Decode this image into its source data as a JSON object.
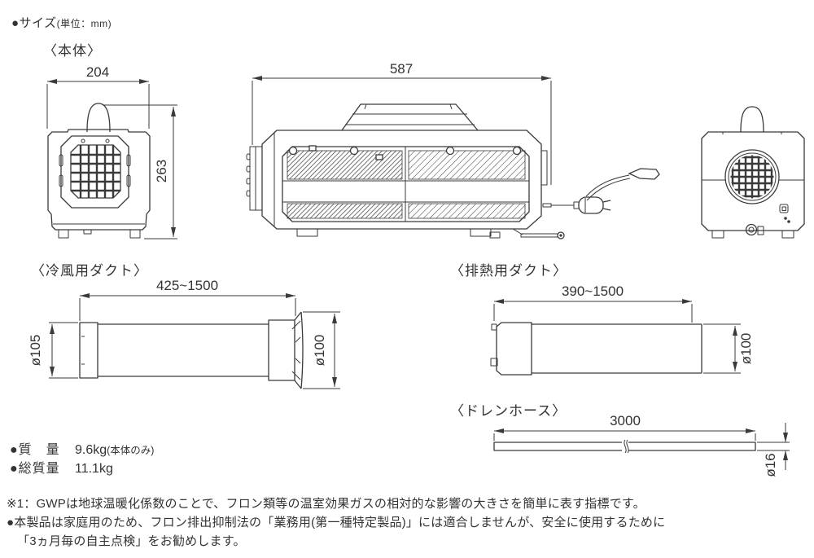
{
  "header": {
    "title": "●サイズ",
    "unit": "(単位：mm)"
  },
  "sections": {
    "body": {
      "title": "〈本体〉",
      "dims": {
        "width": "204",
        "height": "263",
        "depth": "587"
      }
    },
    "cold_duct": {
      "title": "〈冷風用ダクト〉",
      "length": "425~1500",
      "dia_left": "ø105",
      "dia_right": "ø100"
    },
    "exhaust_duct": {
      "title": "〈排熱用ダクト〉",
      "length": "390~1500",
      "dia": "ø100"
    },
    "drain_hose": {
      "title": "〈ドレンホース〉",
      "length": "3000",
      "dia": "ø16"
    }
  },
  "weights": [
    {
      "label": "●質　量",
      "value": "9.6kg",
      "suffix": "(本体のみ)"
    },
    {
      "label": "●総質量",
      "value": "11.1kg",
      "suffix": ""
    }
  ],
  "notes": [
    "※1：GWPは地球温暖化係数のことで、フロン類等の温室効果ガスの相対的な影響の大きさを簡単に表す指標です。",
    "●本製品は家庭用のため、フロン排出抑制法の「業務用(第一種特定製品)」には適合しませんが、安全に使用するために",
    "「3ヵ月毎の自主点検」をお勧めします。"
  ],
  "colors": {
    "line": "#3a3a3a",
    "text": "#333333",
    "background": "#ffffff"
  }
}
